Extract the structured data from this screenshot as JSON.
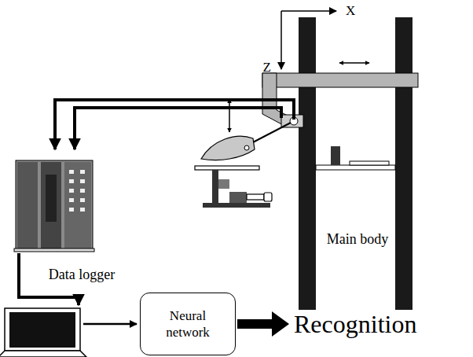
{
  "diagram": {
    "nodes": [
      {
        "text": [
          "Neural network"
        ]
      }
    ],
    "labels": [
      "X",
      "Z",
      "Data logger",
      "Main body",
      "Recognition"
    ]
  }
}
